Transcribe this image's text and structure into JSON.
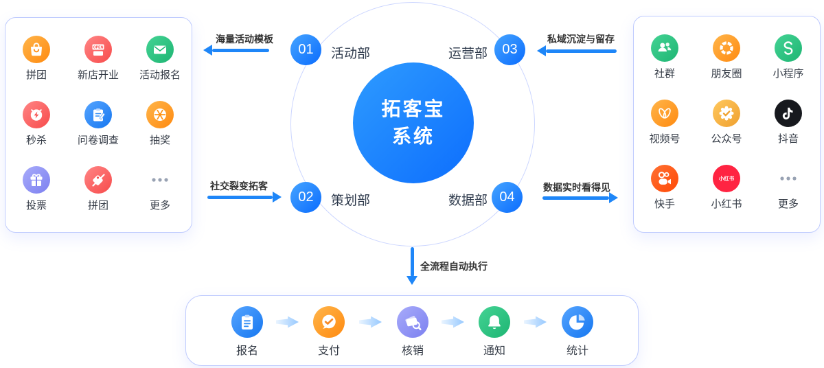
{
  "center": {
    "title_line1": "拓客宝",
    "title_line2": "系统"
  },
  "departments": {
    "d01": {
      "number": "01",
      "label": "活动部"
    },
    "d02": {
      "number": "02",
      "label": "策划部"
    },
    "d03": {
      "number": "03",
      "label": "运营部"
    },
    "d04": {
      "number": "04",
      "label": "数据部"
    }
  },
  "connectors": {
    "top_left": "海量活动模板",
    "bottom_left": "社交裂变拓客",
    "top_right": "私域沉淀与留存",
    "bottom_right": "数据实时看得见",
    "bottom_center": "全流程自动执行"
  },
  "left_panel": {
    "items": [
      {
        "label": "拼团",
        "icon": "shopping-bag-icon"
      },
      {
        "label": "新店开业",
        "icon": "storefront-open-icon",
        "sign_text": "OPEN"
      },
      {
        "label": "活动报名",
        "icon": "envelope-icon"
      },
      {
        "label": "秒杀",
        "icon": "flash-alarm-icon"
      },
      {
        "label": "问卷调查",
        "icon": "survey-clipboard-icon"
      },
      {
        "label": "抽奖",
        "icon": "lottery-wheel-icon"
      },
      {
        "label": "投票",
        "icon": "gift-icon"
      },
      {
        "label": "拼团",
        "icon": "price-tag-icon"
      },
      {
        "label": "更多",
        "icon": "more-dots-icon"
      }
    ]
  },
  "right_panel": {
    "items": [
      {
        "label": "社群",
        "icon": "community-people-icon"
      },
      {
        "label": "朋友圈",
        "icon": "moments-aperture-icon"
      },
      {
        "label": "小程序",
        "icon": "mini-program-icon"
      },
      {
        "label": "视频号",
        "icon": "video-channels-icon"
      },
      {
        "label": "公众号",
        "icon": "official-account-badge-icon"
      },
      {
        "label": "抖音",
        "icon": "douyin-note-icon"
      },
      {
        "label": "快手",
        "icon": "kuaishou-camera-icon"
      },
      {
        "label": "小红书",
        "icon": "xiaohongshu-logo-icon",
        "logo_text": "小红书"
      },
      {
        "label": "更多",
        "icon": "more-dots-icon"
      }
    ]
  },
  "flow_panel": {
    "steps": [
      {
        "label": "报名",
        "icon": "signup-clipboard-icon"
      },
      {
        "label": "支付",
        "icon": "pay-bubble-check-icon"
      },
      {
        "label": "核销",
        "icon": "verify-ticket-icon"
      },
      {
        "label": "通知",
        "icon": "notify-bell-icon"
      },
      {
        "label": "统计",
        "icon": "stats-pie-icon"
      }
    ]
  },
  "colors": {
    "primary_blue": "#1677F0",
    "arrow_blue": "#1E86F8",
    "panel_border": "#BFCBFE",
    "text_dark": "#333333",
    "dept_label": "#2F3B4D",
    "orange": "#FF8A10",
    "red": "#F74B4B",
    "green": "#1EB573",
    "blue": "#2E86FF",
    "amber": "#F6BA45",
    "purple": "#7C80F0",
    "douyin_black": "#17191E",
    "kuaishou_orange": "#FF5000",
    "xiaohongshu_red": "#FF2442"
  }
}
